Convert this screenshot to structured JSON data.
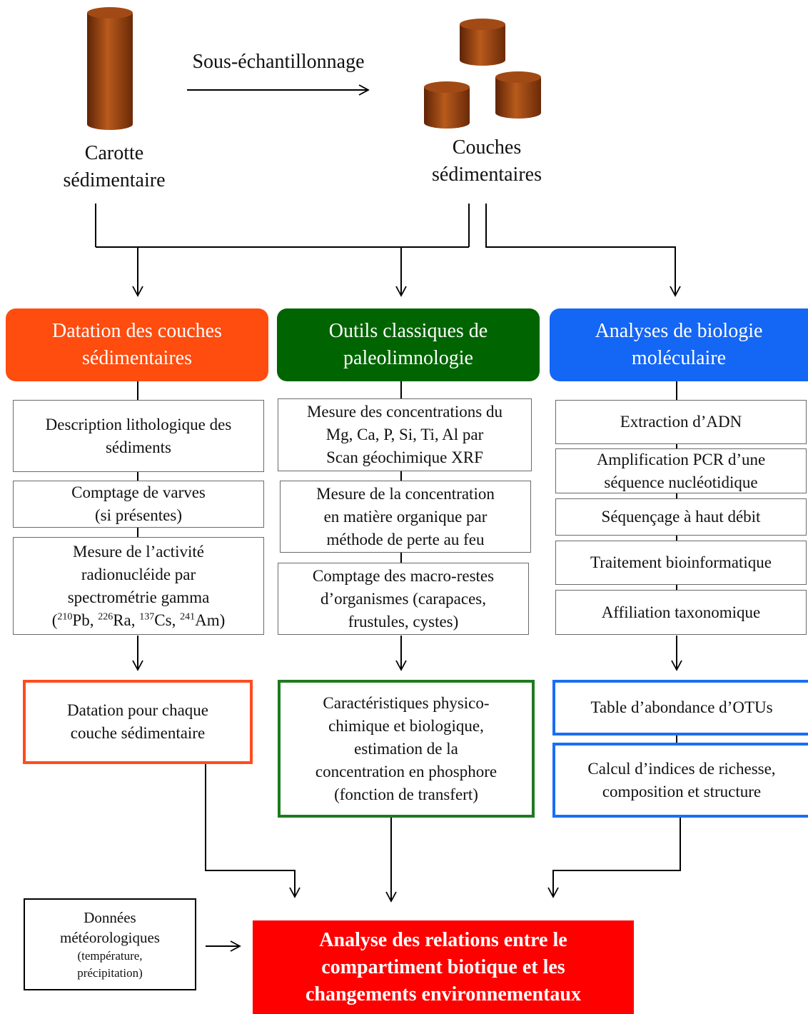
{
  "top": {
    "core_label": [
      "Carotte",
      "sédimentaire"
    ],
    "layers_label": [
      "Couches",
      "sédimentaires"
    ],
    "subsampling_label": "Sous-échantillonnage"
  },
  "columns": [
    {
      "title": [
        "Datation des couches",
        "sédimentaires"
      ],
      "color": "#ff4c0f",
      "steps": [
        [
          "Description lithologique des",
          "sédiments"
        ],
        [
          "Comptage de varves",
          "(si présentes)"
        ],
        [
          "Mesure de l’activité",
          "radionucléide par",
          "spectrométrie gamma"
        ]
      ],
      "isotopes": [
        {
          "mass": "210",
          "symbol": "Pb"
        },
        {
          "mass": "226",
          "symbol": "Ra"
        },
        {
          "mass": "137",
          "symbol": "Cs"
        },
        {
          "mass": "241",
          "symbol": "Am"
        }
      ],
      "result": [
        "Datation pour chaque",
        "couche sédimentaire"
      ],
      "result_color": "#ff4c1f"
    },
    {
      "title": [
        "Outils classiques de",
        "paleolimnologie"
      ],
      "color": "#006400",
      "steps": [
        [
          "Mesure des concentrations du",
          "Mg, Ca, P, Si, Ti, Al par",
          "Scan géochimique XRF"
        ],
        [
          "Mesure de la concentration",
          "en matière organique par",
          "méthode de perte au feu"
        ],
        [
          "Comptage des macro-restes",
          "d’organismes (carapaces,",
          "frustules, cystes)"
        ]
      ],
      "result": [
        "Caractéristiques physico-",
        "chimique et biologique,",
        "estimation de la",
        "concentration en phosphore",
        "(fonction de transfert)"
      ],
      "result_color": "#1f7a1f"
    },
    {
      "title": [
        "Analyses de biologie",
        "moléculaire"
      ],
      "color": "#1466f5",
      "steps": [
        [
          "Extraction d’ADN"
        ],
        [
          "Amplification PCR d’une",
          "séquence nucléotidique"
        ],
        [
          "Séquençage à haut débit"
        ],
        [
          "Traitement bioinformatique"
        ],
        [
          "Affiliation taxonomique"
        ]
      ],
      "results": [
        [
          "Table d’abondance d’OTUs"
        ],
        [
          "Calcul d’indices de richesse,",
          "composition et structure"
        ]
      ],
      "result_color": "#1a6ef5"
    }
  ],
  "meteo": {
    "title": [
      "Données",
      "météorologiques"
    ],
    "detail": [
      "(température,",
      "précipitation)"
    ]
  },
  "final": {
    "text": [
      "Analyse des relations entre le",
      "compartiment biotique et les",
      "changements environnementaux"
    ],
    "color": "#ff0000"
  }
}
